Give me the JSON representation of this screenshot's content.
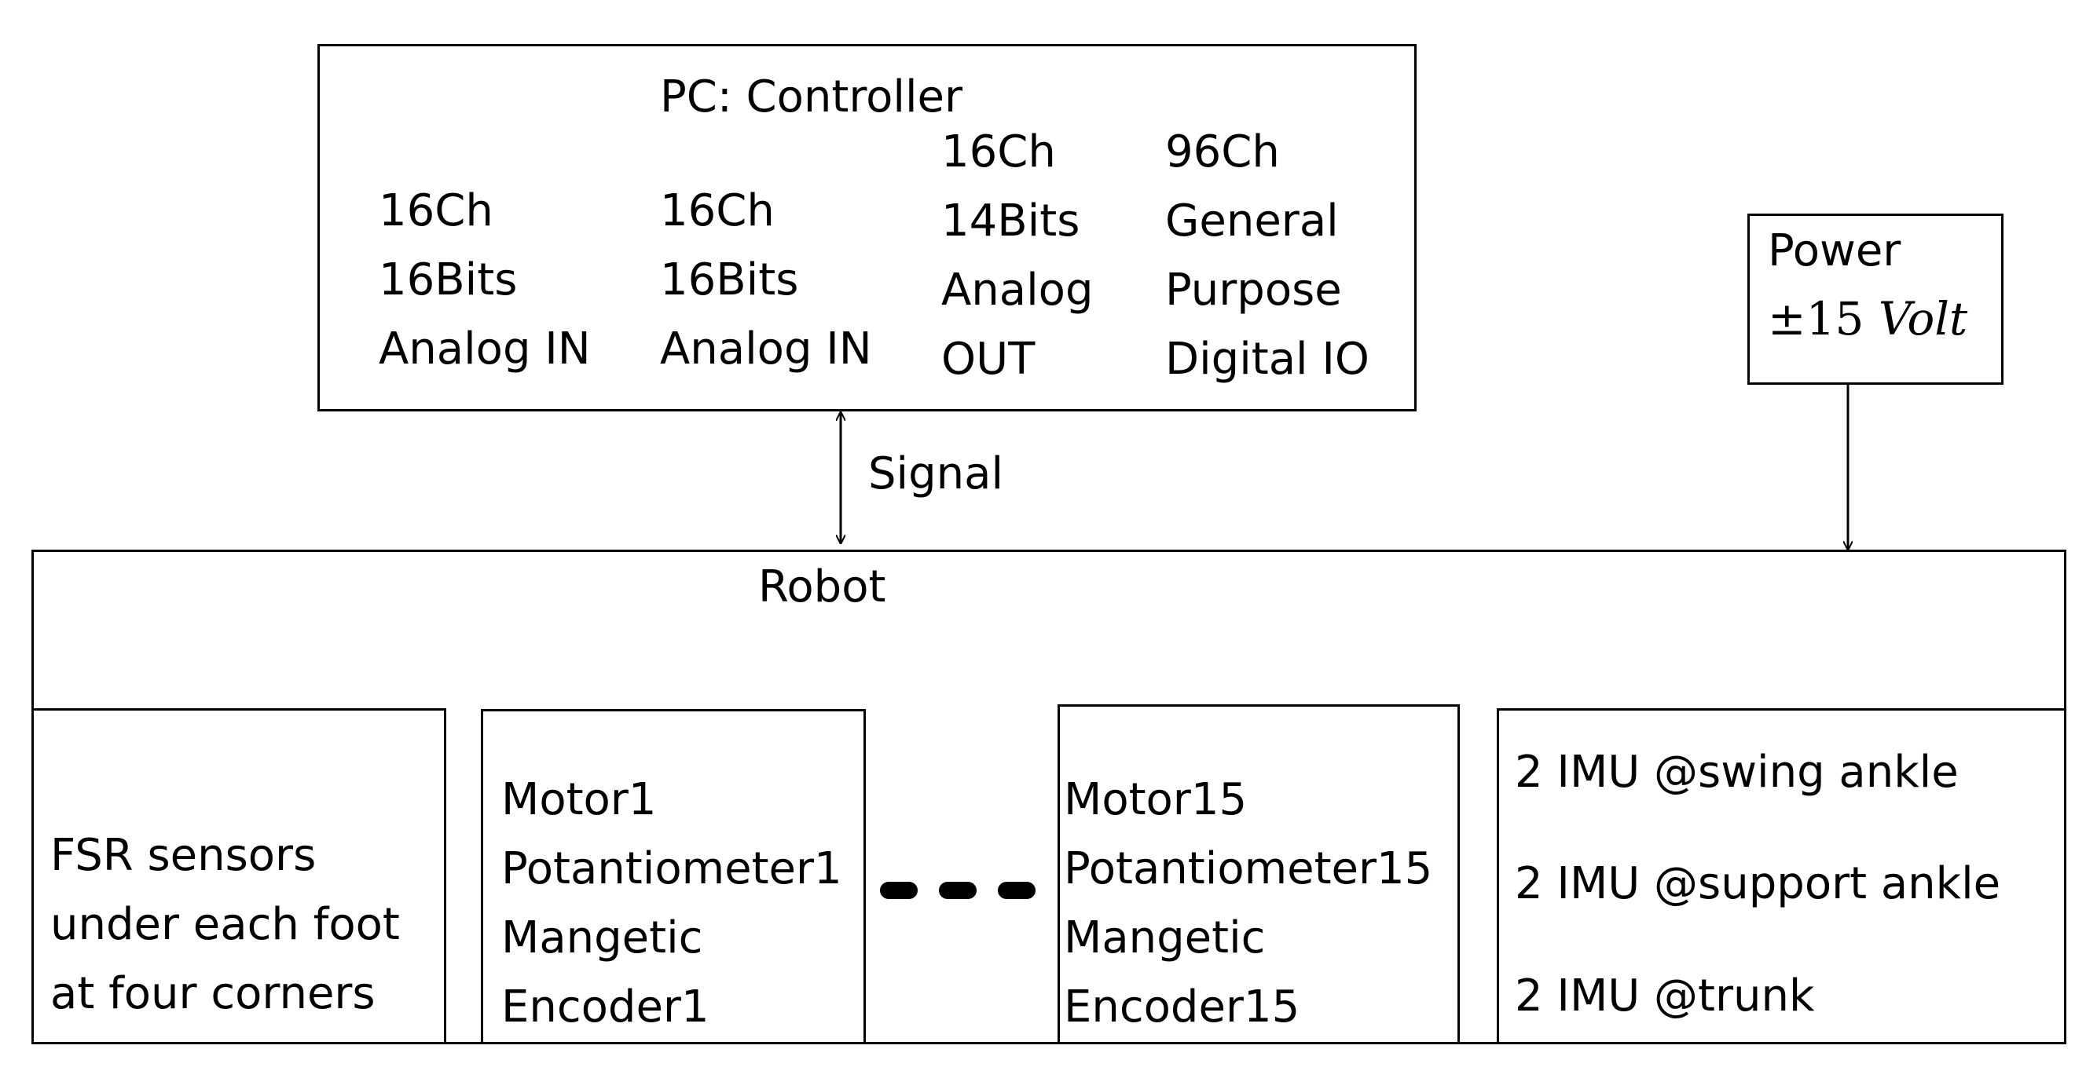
{
  "pc": {
    "title": "PC: Controller",
    "col1": [
      "16Ch",
      "16Bits",
      "Analog IN"
    ],
    "col2": [
      "16Ch",
      "16Bits",
      "Analog IN"
    ],
    "col3": [
      "16Ch",
      "14Bits",
      "Analog",
      "OUT"
    ],
    "col4": [
      "96Ch",
      "General",
      "Purpose",
      "Digital IO"
    ]
  },
  "power": {
    "title": "Power",
    "pm": "±",
    "value": "15",
    "unit": "Volt"
  },
  "signal_label": "Signal",
  "robot": {
    "title": "Robot",
    "fsr": [
      "FSR sensors",
      "under each foot",
      "at four corners"
    ],
    "motor1": [
      "Motor1",
      "Potantiometer1",
      "Mangetic",
      "Encoder1"
    ],
    "motor15": [
      "Motor15",
      "Potantiometer15",
      "Mangetic",
      "Encoder15"
    ],
    "imu": [
      "2 IMU @swing ankle",
      "2 IMU @support ankle",
      "2 IMU @trunk"
    ]
  },
  "colors": {
    "stroke": "#000000",
    "background": "#ffffff"
  }
}
